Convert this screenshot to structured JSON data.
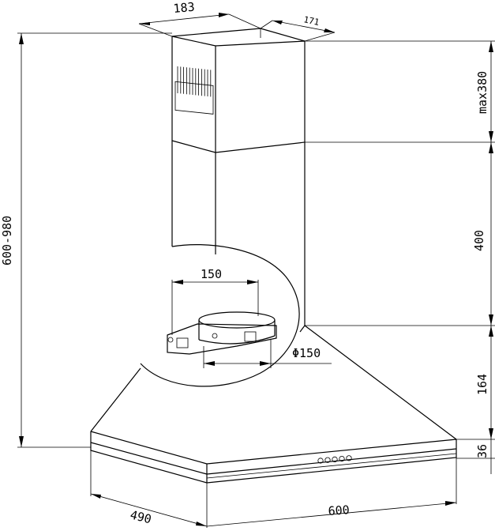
{
  "dimensions": {
    "chimney_width": "183",
    "chimney_depth": "171",
    "total_height": "600-980",
    "chimney_upper": "max380",
    "chimney_lower": "400",
    "canopy_height": "164",
    "base_height": "36",
    "depth": "490",
    "width": "600",
    "outlet_width": "150",
    "outlet_diameter": "Φ150"
  }
}
